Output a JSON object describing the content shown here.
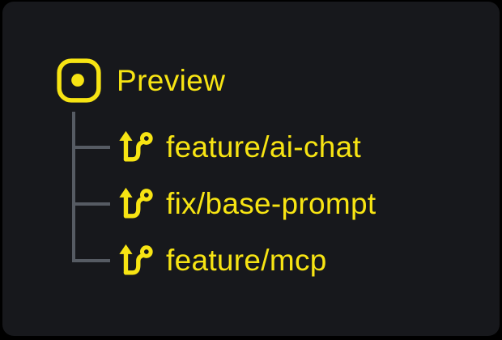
{
  "colors": {
    "background": "#000000",
    "card": "#17181c",
    "accent": "#f7e413",
    "tree_line": "#565b63"
  },
  "tree": {
    "root": {
      "label": "Preview",
      "icon": "dot-square-icon"
    },
    "branches": [
      {
        "label": "feature/ai-chat",
        "icon": "git-branch-icon"
      },
      {
        "label": "fix/base-prompt",
        "icon": "git-branch-icon"
      },
      {
        "label": "feature/mcp",
        "icon": "git-branch-icon"
      }
    ]
  }
}
